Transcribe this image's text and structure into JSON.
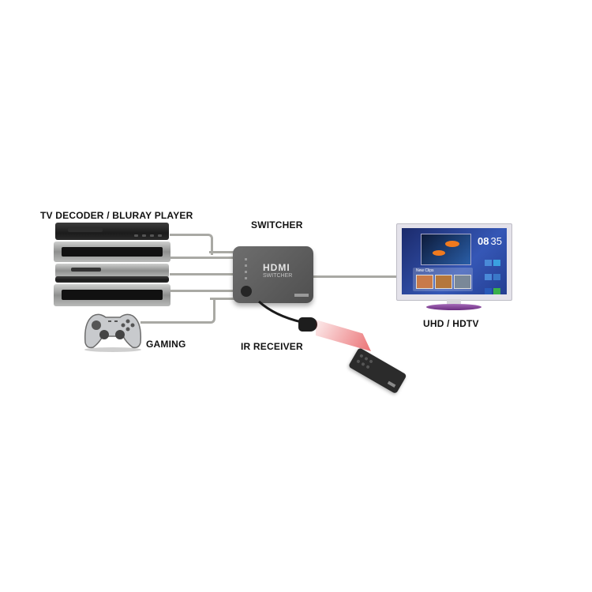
{
  "diagram": {
    "labels": {
      "sources": "TV DECODER / BLURAY PLAYER",
      "switcher": "SWITCHER",
      "gaming": "GAMING",
      "ir_receiver": "IR RECEIVER",
      "display": "UHD / HDTV"
    },
    "switcher_device": {
      "logo": "HDMI",
      "subtitle": "SWITCHER",
      "led_count": 4
    },
    "tv_screen": {
      "clock": "08:35",
      "clock_hours": "08",
      "clock_minutes": "35",
      "panel_title": "New Clips"
    },
    "colors": {
      "cable": "#a9a9a4",
      "switcher_body": "#5b5b5b",
      "tv_frame": "#e4e2ea",
      "tv_screen": "#2a3f8f",
      "tv_stand": "#7b3c8e",
      "ir_beam": "#e0262b"
    }
  }
}
